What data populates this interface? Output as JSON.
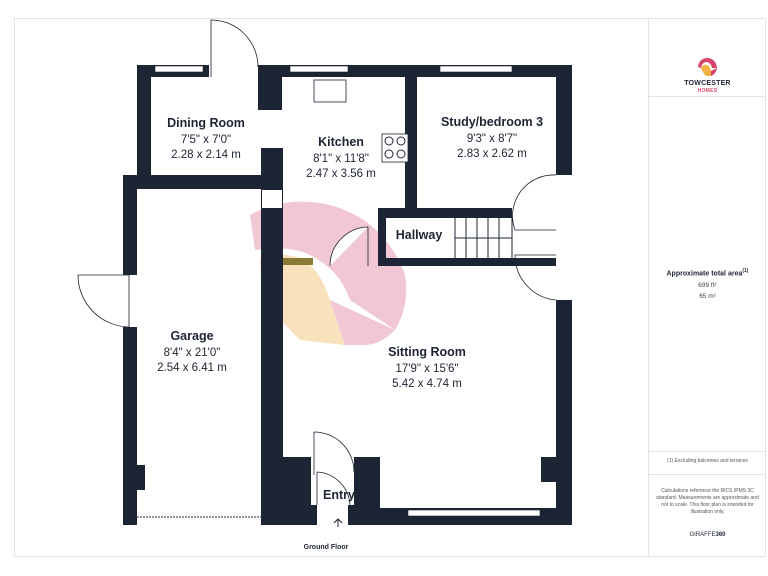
{
  "brand": {
    "name": "TOWCESTER",
    "subname": "HOMES",
    "logo_color": "#d8456a",
    "accent_color": "#f2b344"
  },
  "rooms": [
    {
      "id": "dining",
      "name": "Dining Room",
      "imperial": "7'5\" x 7'0\"",
      "metric": "2.28 x 2.14 m"
    },
    {
      "id": "kitchen",
      "name": "Kitchen",
      "imperial": "8'1\" x 11'8\"",
      "metric": "2.47 x 3.56 m"
    },
    {
      "id": "study",
      "name": "Study/bedroom 3",
      "imperial": "9'3\" x 8'7\"",
      "metric": "2.83 x 2.62 m"
    },
    {
      "id": "hallway",
      "name": "Hallway"
    },
    {
      "id": "garage",
      "name": "Garage",
      "imperial": "8'4\" x 21'0\"",
      "metric": "2.54 x 6.41 m"
    },
    {
      "id": "sitting",
      "name": "Sitting Room",
      "imperial": "17'9\" x 15'6\"",
      "metric": "5.42 x 4.74 m"
    },
    {
      "id": "entry",
      "name": "Entry"
    }
  ],
  "floor_label": "Ground Floor",
  "area": {
    "title": "Approximate total area",
    "title_sup": "(1)",
    "sqft": "699 ft²",
    "sqm": "65 m²"
  },
  "footnote": "(1) Excluding balconies and terraces",
  "disclaimer": "Calculations reference the RICS IPMS 3C standard. Measurements are approximate and not to scale. This floor plan is intended for illustration only.",
  "credit": {
    "name": "GIRAFFE",
    "num": "360"
  },
  "colors": {
    "wall": "#1d2433",
    "watermark_pink": "#e99bb1",
    "watermark_gold": "#f3cc85"
  }
}
